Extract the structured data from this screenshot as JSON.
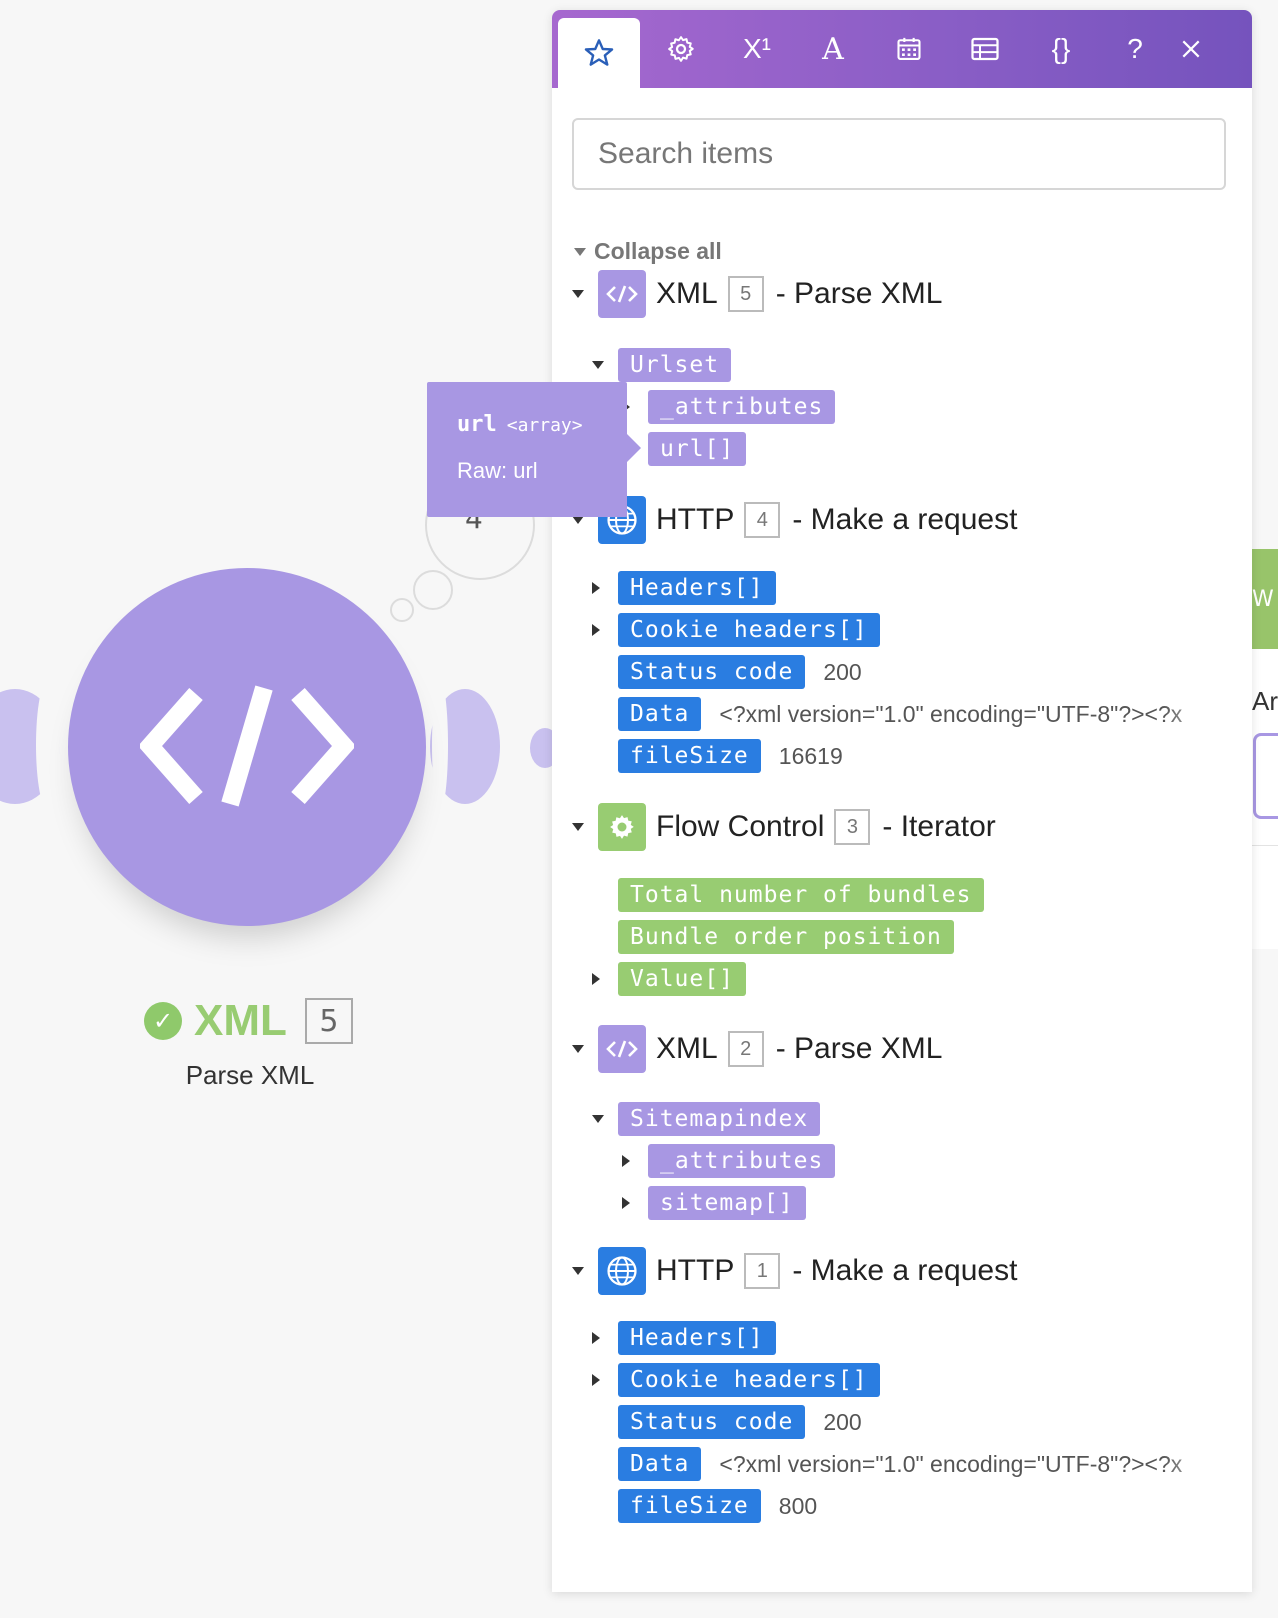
{
  "canvas": {
    "ghost_module_number": "4",
    "module": {
      "name": "XML",
      "number": "5",
      "subtitle": "Parse XML"
    },
    "peek": {
      "green_text": "W",
      "text": "Ar"
    }
  },
  "panel": {
    "tabs": [
      {
        "name": "star-icon"
      },
      {
        "name": "gear-icon"
      },
      {
        "label": "X¹"
      },
      {
        "label": "A"
      },
      {
        "name": "calendar-icon"
      },
      {
        "name": "table-icon"
      },
      {
        "label": "{}"
      }
    ],
    "help_label": "?",
    "search": {
      "placeholder": "Search items",
      "value": ""
    },
    "collapse_all": "Collapse all",
    "modules": [
      {
        "type": "XML",
        "number": "5",
        "action": "- Parse XML",
        "items": [
          {
            "label": "Urlset"
          },
          {
            "label": "_attributes"
          },
          {
            "label": "url[]"
          }
        ]
      },
      {
        "type": "HTTP",
        "number": "4",
        "action": "- Make a request",
        "items": [
          {
            "label": "Headers[]"
          },
          {
            "label": "Cookie headers[]"
          },
          {
            "label": "Status code",
            "value": "200"
          },
          {
            "label": "Data",
            "value": "<?xml version=\"1.0\" encoding=\"UTF-8\"?><?x"
          },
          {
            "label": "fileSize",
            "value": "16619"
          }
        ]
      },
      {
        "type": "Flow Control",
        "number": "3",
        "action": "- Iterator",
        "items": [
          {
            "label": "Total number of bundles"
          },
          {
            "label": "Bundle order position"
          },
          {
            "label": "Value[]"
          }
        ]
      },
      {
        "type": "XML",
        "number": "2",
        "action": "- Parse XML",
        "items": [
          {
            "label": "Sitemapindex"
          },
          {
            "label": "_attributes"
          },
          {
            "label": "sitemap[]"
          }
        ]
      },
      {
        "type": "HTTP",
        "number": "1",
        "action": "- Make a request",
        "items": [
          {
            "label": "Headers[]"
          },
          {
            "label": "Cookie headers[]"
          },
          {
            "label": "Status code",
            "value": "200"
          },
          {
            "label": "Data",
            "value": "<?xml version=\"1.0\" encoding=\"UTF-8\"?><?x"
          },
          {
            "label": "fileSize",
            "value": "800"
          }
        ]
      }
    ]
  },
  "tooltip": {
    "name": "url",
    "type": "<array>",
    "raw": "Raw: url"
  },
  "colors": {
    "xml": "#a897e3",
    "http": "#2a7de1",
    "flow": "#98cc72",
    "tab_gradient_start": "#a668cf",
    "tab_gradient_end": "#7553bd"
  }
}
